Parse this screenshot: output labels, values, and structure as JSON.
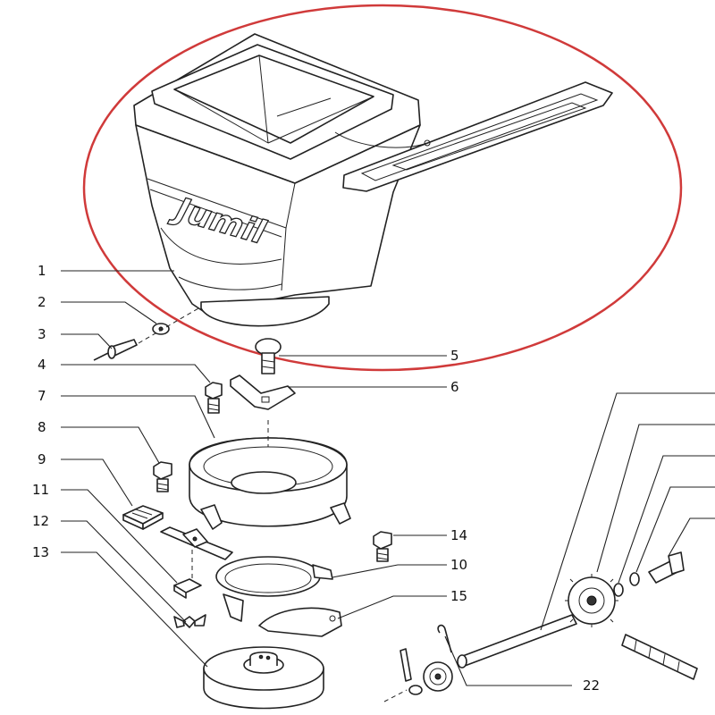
{
  "diagram": {
    "highlight_color": "#d03a3a",
    "line_color": "#222222",
    "brand_mark": "Jumil",
    "callouts": [
      {
        "id": "1",
        "label": "1"
      },
      {
        "id": "2",
        "label": "2"
      },
      {
        "id": "3",
        "label": "3"
      },
      {
        "id": "4",
        "label": "4"
      },
      {
        "id": "5",
        "label": "5"
      },
      {
        "id": "6",
        "label": "6"
      },
      {
        "id": "7",
        "label": "7"
      },
      {
        "id": "8",
        "label": "8"
      },
      {
        "id": "9",
        "label": "9"
      },
      {
        "id": "10",
        "label": "10"
      },
      {
        "id": "11",
        "label": "11"
      },
      {
        "id": "12",
        "label": "12"
      },
      {
        "id": "13",
        "label": "13"
      },
      {
        "id": "14",
        "label": "14"
      },
      {
        "id": "15",
        "label": "15"
      },
      {
        "id": "22",
        "label": "22"
      }
    ]
  }
}
